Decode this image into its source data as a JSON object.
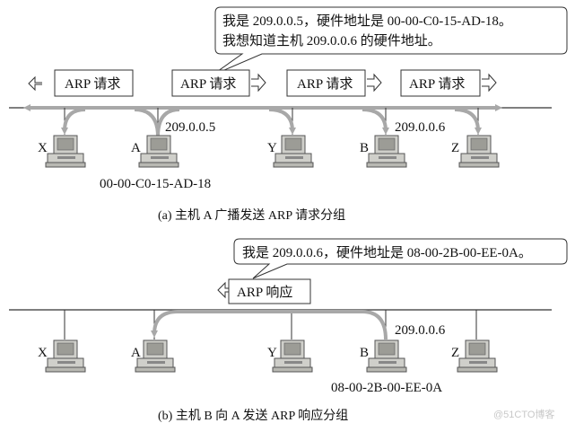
{
  "part_a": {
    "bubble_line1": "我是 209.0.0.5，硬件地址是 00-00-C0-15-AD-18。",
    "bubble_line2": "我想知道主机 209.0.0.6 的硬件地址。",
    "request_label": "ARP 请求",
    "hosts": [
      "X",
      "A",
      "Y",
      "B",
      "Z"
    ],
    "ip_a": "209.0.0.5",
    "ip_b": "209.0.0.6",
    "mac_a": "00-00-C0-15-AD-18",
    "caption": "(a) 主机 A 广播发送 ARP 请求分组"
  },
  "part_b": {
    "bubble_line1": "我是 209.0.0.6，硬件地址是 08-00-2B-00-EE-0A。",
    "response_label": "ARP 响应",
    "hosts": [
      "X",
      "A",
      "Y",
      "B",
      "Z"
    ],
    "ip_b": "209.0.0.6",
    "mac_b": "08-00-2B-00-EE-0A",
    "caption": "(b) 主机 B 向 A 发送 ARP 响应分组"
  },
  "watermark": "@51CTO博客",
  "colors": {
    "line": "#333333",
    "path": "#a8a8a8",
    "pc_body": "#c9c9c4",
    "pc_screen": "#9a9a94"
  }
}
